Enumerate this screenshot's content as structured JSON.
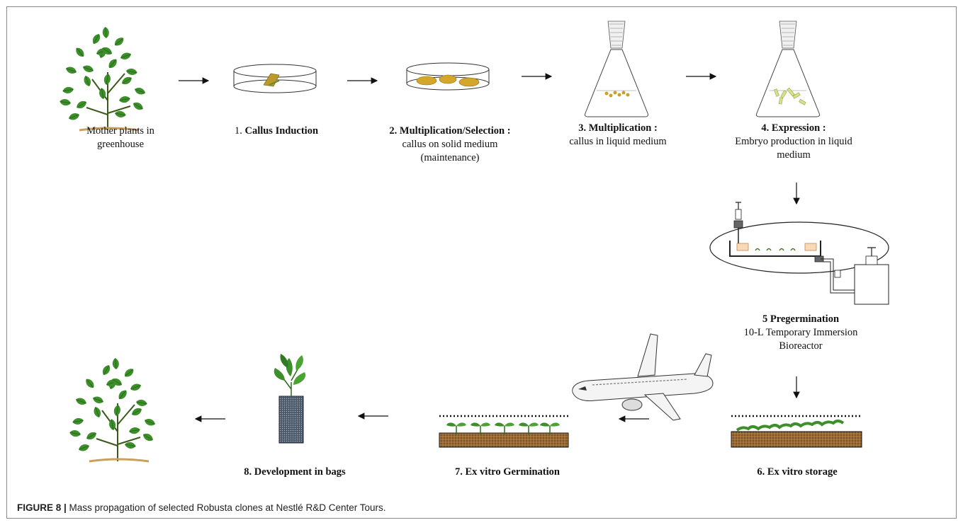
{
  "steps": {
    "mother": {
      "line1": "Mother plants in",
      "line2": "greenhouse"
    },
    "s1": {
      "num": "1. ",
      "title": "Callus Induction"
    },
    "s2": {
      "title": "2. Multiplication/Selection :",
      "line1": "callus on solid medium",
      "line2": "(maintenance)"
    },
    "s3": {
      "title": "3. Multiplication :",
      "line1": "callus  in liquid medium"
    },
    "s4": {
      "title": "4. Expression :",
      "line1": "Embryo production in liquid",
      "line2": "medium"
    },
    "s5": {
      "title": "5 Pregermination",
      "line1": "10-L Temporary Immersion",
      "line2": "Bioreactor"
    },
    "s6": {
      "title": "6.  Ex vitro storage"
    },
    "s7": {
      "title": "7.  Ex vitro Germination"
    },
    "s8": {
      "title": "8. Development in bags"
    }
  },
  "caption": {
    "label": "FIGURE 8 |",
    "text": " Mass propagation of selected Robusta clones at Nestlé R&D Center Tours."
  },
  "colors": {
    "leaf": "#3a8a2a",
    "leaf_light": "#6cc24a",
    "callus": "#d4a72a",
    "soil": "#8a5a2a",
    "bag": "#3c4a5a"
  },
  "icons": [
    "plant-bush-icon",
    "petri-dish-icon",
    "flask-icon",
    "bioreactor-icon",
    "airplane-icon",
    "seedling-bag-icon"
  ]
}
